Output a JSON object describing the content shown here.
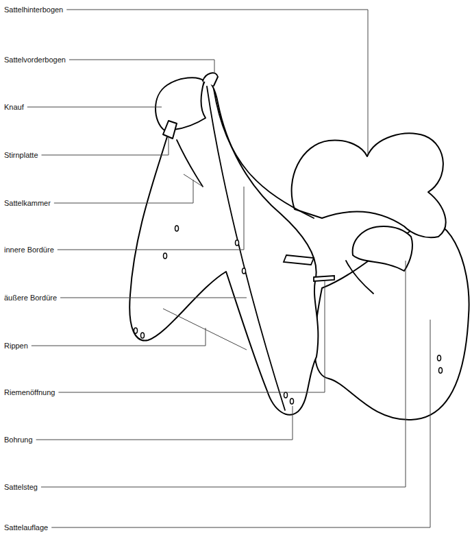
{
  "diagram": {
    "labels": [
      "Sattelhinterbogen",
      "Sattelvorderbogen",
      "Knauf",
      "Stirnplatte",
      "Sattelkammer",
      "innere Bordüre",
      "äußere Bordüre",
      "Rippen",
      "Riemenöffnung",
      "Bohrung",
      "Sattelsteg",
      "Sattelauflage"
    ]
  }
}
